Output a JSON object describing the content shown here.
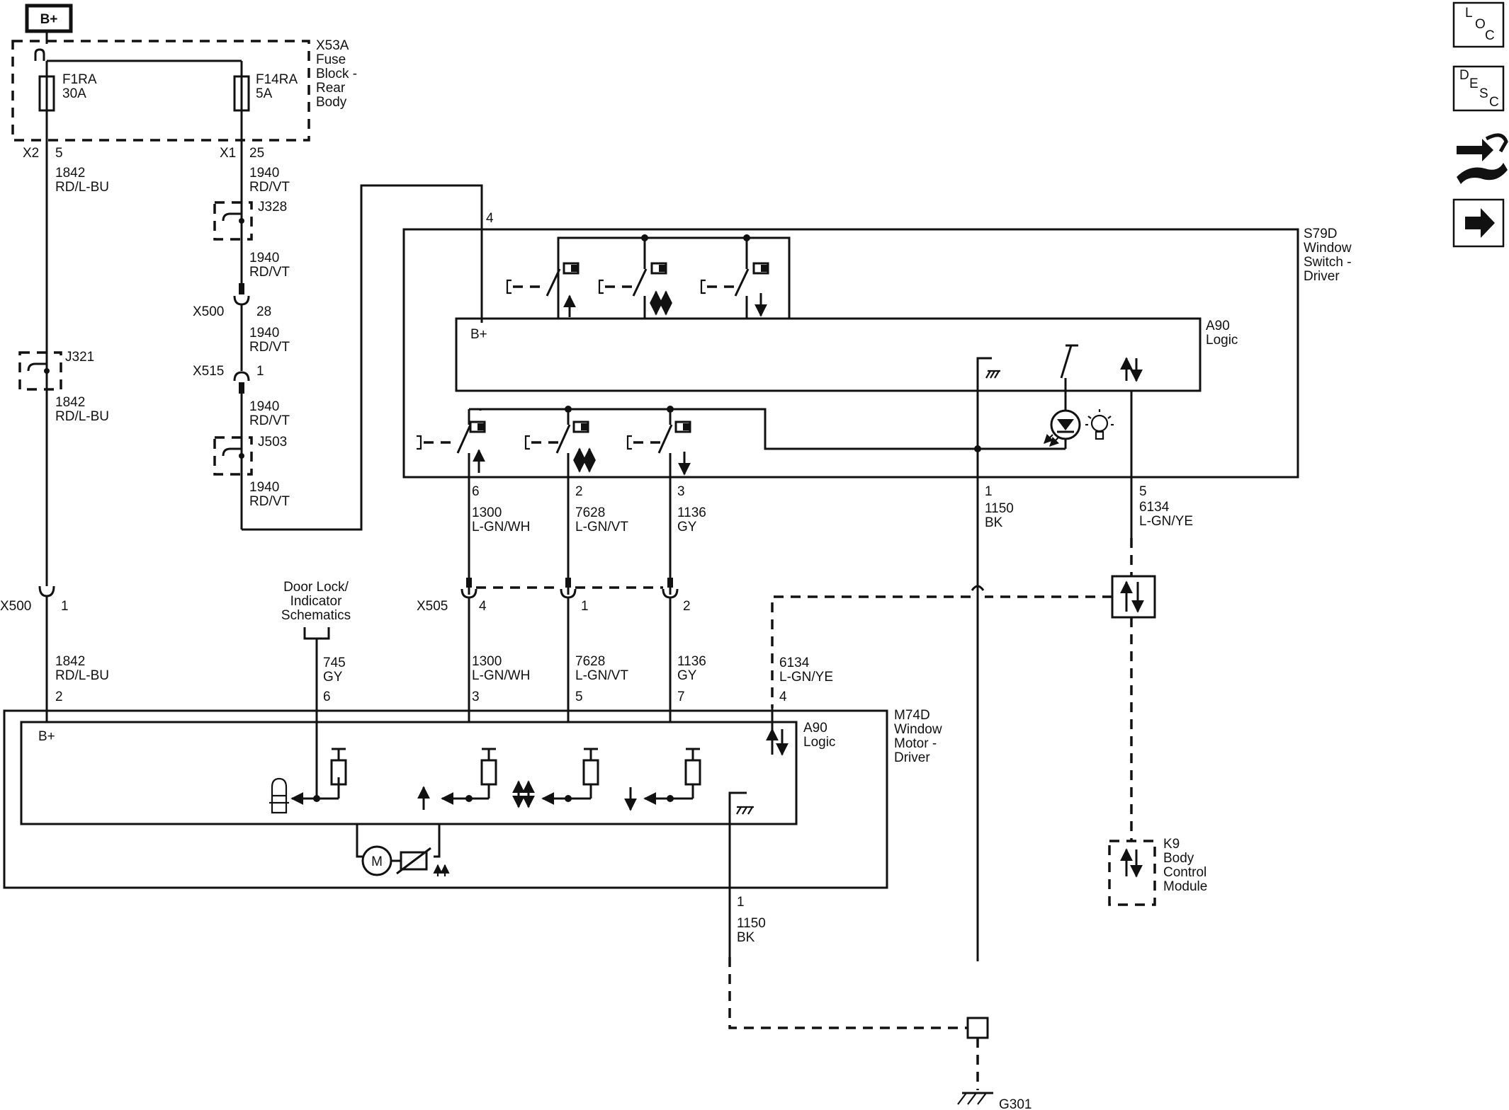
{
  "battery": "B+",
  "fuse_block": {
    "id": "X53A",
    "lines": [
      "Fuse",
      "Block -",
      "Rear",
      "Body"
    ]
  },
  "fuses": [
    {
      "id": "F1RA",
      "rating": "30A"
    },
    {
      "id": "F14RA",
      "rating": "5A"
    }
  ],
  "fuse_pins": [
    {
      "conn": "X2",
      "pin": "5"
    },
    {
      "conn": "X1",
      "pin": "25"
    }
  ],
  "circuit_1842": {
    "number": "1842",
    "color": "RD/L-BU"
  },
  "circuit_1940": {
    "number": "1940",
    "color": "RD/VT"
  },
  "splices": [
    "J328",
    "J321",
    "J503"
  ],
  "inline_connectors": [
    {
      "conn": "X500",
      "pin": "28"
    },
    {
      "conn": "X515",
      "pin": "1"
    },
    {
      "conn": "X500",
      "pin": "1"
    },
    {
      "conn": "X505",
      "pins": [
        "4",
        "1",
        "2"
      ]
    }
  ],
  "switch_module": {
    "id": "S79D",
    "lines": [
      "Window",
      "Switch -",
      "Driver"
    ],
    "logic": {
      "id": "A90",
      "label": "Logic",
      "bplus": "B+"
    },
    "input_pin": "4",
    "pins": [
      "6",
      "2",
      "3",
      "1",
      "5"
    ]
  },
  "switch_circuits": [
    {
      "number": "1300",
      "color": "L-GN/WH"
    },
    {
      "number": "7628",
      "color": "L-GN/VT"
    },
    {
      "number": "1136",
      "color": "GY"
    },
    {
      "number": "1150",
      "color": "BK"
    },
    {
      "number": "6134",
      "color": "L-GN/YE"
    }
  ],
  "door_lock_ref": [
    "Door Lock/",
    "Indicator",
    "Schematics"
  ],
  "circuit_745": {
    "number": "745",
    "color": "GY"
  },
  "motor_module": {
    "id": "M74D",
    "lines": [
      "Window",
      "Motor -",
      "Driver"
    ],
    "logic": {
      "id": "A90",
      "label": "Logic",
      "bplus": "B+"
    },
    "pins": [
      "2",
      "6",
      "3",
      "5",
      "7",
      "4",
      "1"
    ],
    "motor_label": "M"
  },
  "bcm": {
    "id": "K9",
    "lines": [
      "Body",
      "Control",
      "Module"
    ]
  },
  "ground": "G301",
  "nav_icons": [
    {
      "name": "loc",
      "letters": [
        "L",
        "O",
        "C"
      ]
    },
    {
      "name": "desc",
      "letters": [
        "D",
        "E",
        "S",
        "C"
      ]
    }
  ]
}
